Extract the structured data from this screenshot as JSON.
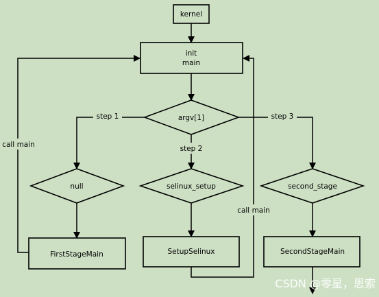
{
  "colors": {
    "background": "#cde0c4",
    "stroke": "#000000",
    "watermark": "#ffffff"
  },
  "nodes": {
    "kernel": "kernel",
    "init": [
      "init",
      "main"
    ],
    "argv": "argv[1]",
    "null": "null",
    "selinux_setup": "selinux_setup",
    "second_stage": "second_stage",
    "first_stage_main": "FirstStageMain",
    "setup_selinux": "SetupSelinux",
    "second_stage_main": "SecondStageMain"
  },
  "edges": {
    "step1": "step 1",
    "step2": "step 2",
    "step3": "step 3",
    "call_main_left": "call main",
    "call_main_right": "call main"
  },
  "watermark": "CSDN @零星，思索"
}
